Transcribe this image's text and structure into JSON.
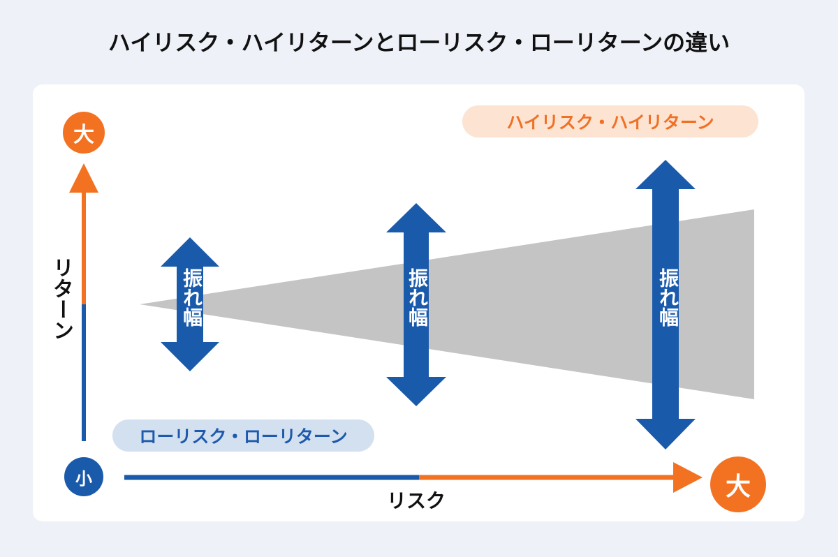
{
  "title": "ハイリスク・ハイリターンとローリスク・ローリターンの違い",
  "labels": {
    "high_risk_high_return": "ハイリスク・ハイリターン",
    "low_risk_low_return": "ローリスク・ローリターン",
    "return_axis": "リターン",
    "risk_axis": "リスク",
    "big_return": "大",
    "big_risk": "大",
    "small": "小",
    "amplitude": "振れ幅"
  },
  "colors": {
    "orange": "#f37221",
    "blue": "#1a5aab",
    "gray_wedge": "#c4c4c4",
    "panel": "#ffffff",
    "background": "#eef1f8"
  },
  "icons": [
    "up-arrow-icon",
    "right-arrow-icon",
    "double-arrow-icon"
  ]
}
